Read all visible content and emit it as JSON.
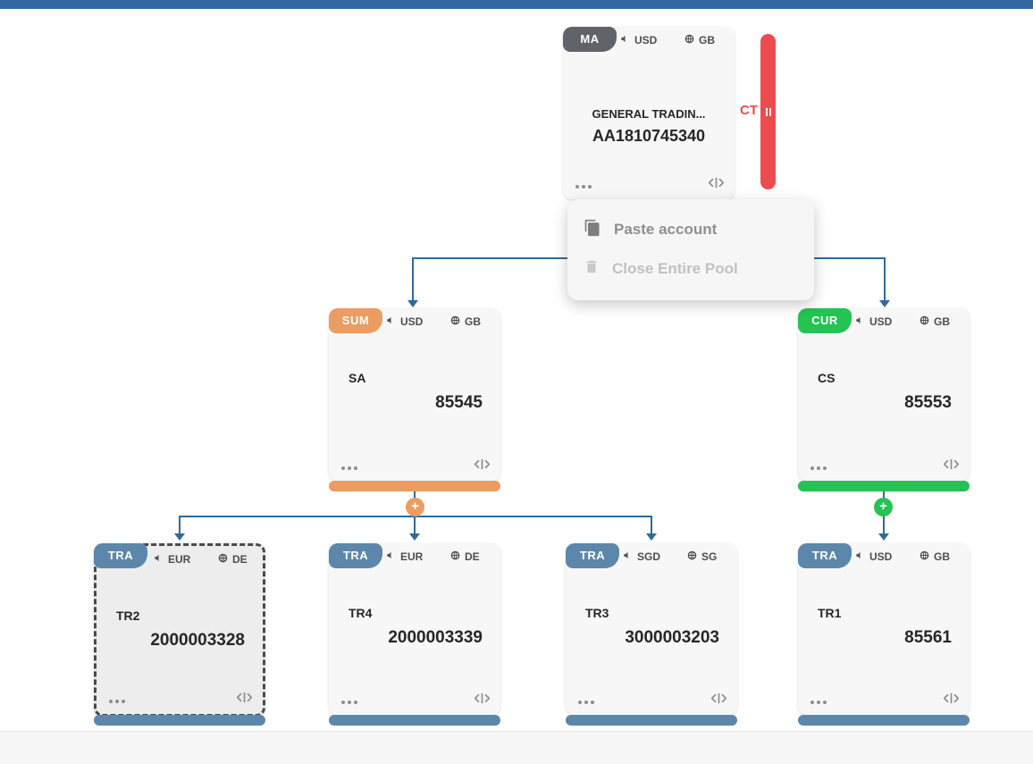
{
  "nodes": {
    "ma": {
      "badge": "MA",
      "currency": "USD",
      "country": "GB",
      "name": "GENERAL TRADIN...",
      "account": "AA1810745340"
    },
    "sum": {
      "badge": "SUM",
      "currency": "USD",
      "country": "GB",
      "name": "SA",
      "account": "85545"
    },
    "cur": {
      "badge": "CUR",
      "currency": "USD",
      "country": "GB",
      "name": "CS",
      "account": "85553"
    },
    "tr2": {
      "badge": "TRA",
      "currency": "EUR",
      "country": "DE",
      "name": "TR2",
      "account": "2000003328"
    },
    "tr4": {
      "badge": "TRA",
      "currency": "EUR",
      "country": "DE",
      "name": "TR4",
      "account": "2000003339"
    },
    "tr3": {
      "badge": "TRA",
      "currency": "SGD",
      "country": "SG",
      "name": "TR3",
      "account": "3000003203"
    },
    "tr1": {
      "badge": "TRA",
      "currency": "USD",
      "country": "GB",
      "name": "TR1",
      "account": "85561"
    }
  },
  "context_menu": {
    "paste_label": "Paste account",
    "close_label": "Close Entire Pool"
  },
  "ct_tab": {
    "label": "CT"
  },
  "add_button": {
    "label": "+"
  },
  "colors": {
    "top_bar": "#31699e",
    "connector": "#2e6a9e",
    "ma_badge": "#606468",
    "sum_accent": "#eb9c62",
    "cur_accent": "#25c254",
    "tra_accent": "#5c87aa",
    "ct_red": "#ee4b4f",
    "card_bg": "#f7f7f8",
    "selected_card_bg": "#ededee"
  }
}
